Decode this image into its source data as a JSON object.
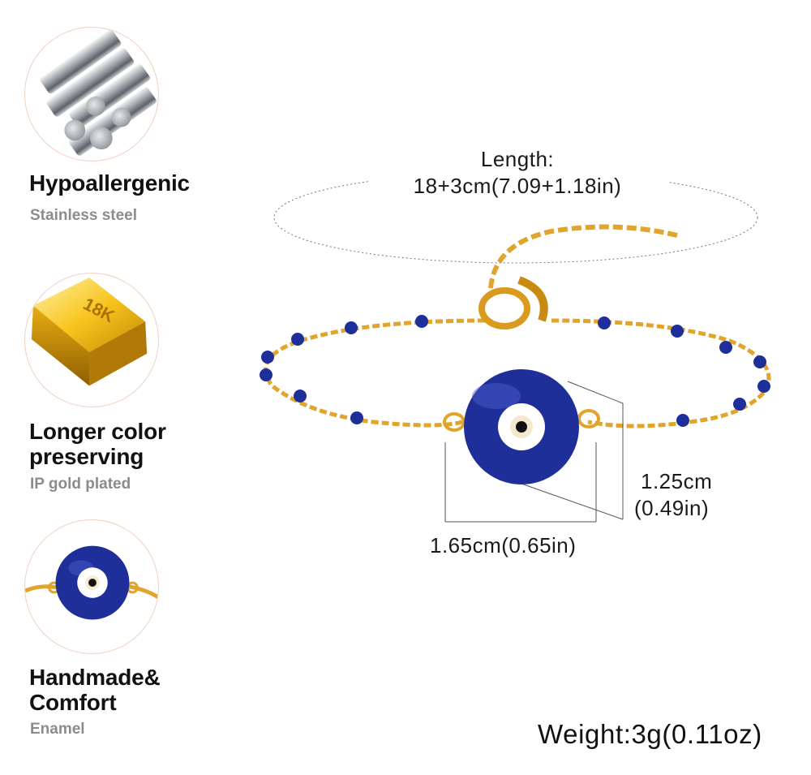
{
  "features": [
    {
      "title_lines": [
        "Hypoallergenic"
      ],
      "subtitle": "Stainless steel",
      "icon": "steel-rods-icon"
    },
    {
      "title_lines": [
        "Longer color",
        "preserving"
      ],
      "subtitle": "IP gold plated",
      "icon": "gold-bar-icon",
      "bar_label": "18K"
    },
    {
      "title_lines": [
        "Handmade&",
        "Comfort"
      ],
      "subtitle": "Enamel",
      "icon": "evil-eye-charm-icon"
    }
  ],
  "dimensions": {
    "length_label": "Length:",
    "length_value": "18+3cm(7.09+1.18in)",
    "height_cm": "1.25cm",
    "height_in": "(0.49in)",
    "width": "1.65cm(0.65in)"
  },
  "weight": "Weight:3g(0.11oz)",
  "colors": {
    "gold": "#e0a52a",
    "gold_dark": "#b07a12",
    "enamel_blue": "#1f2f9a",
    "circle_border": "#f1d1c2",
    "subtitle_gray": "#8c8c8c"
  }
}
